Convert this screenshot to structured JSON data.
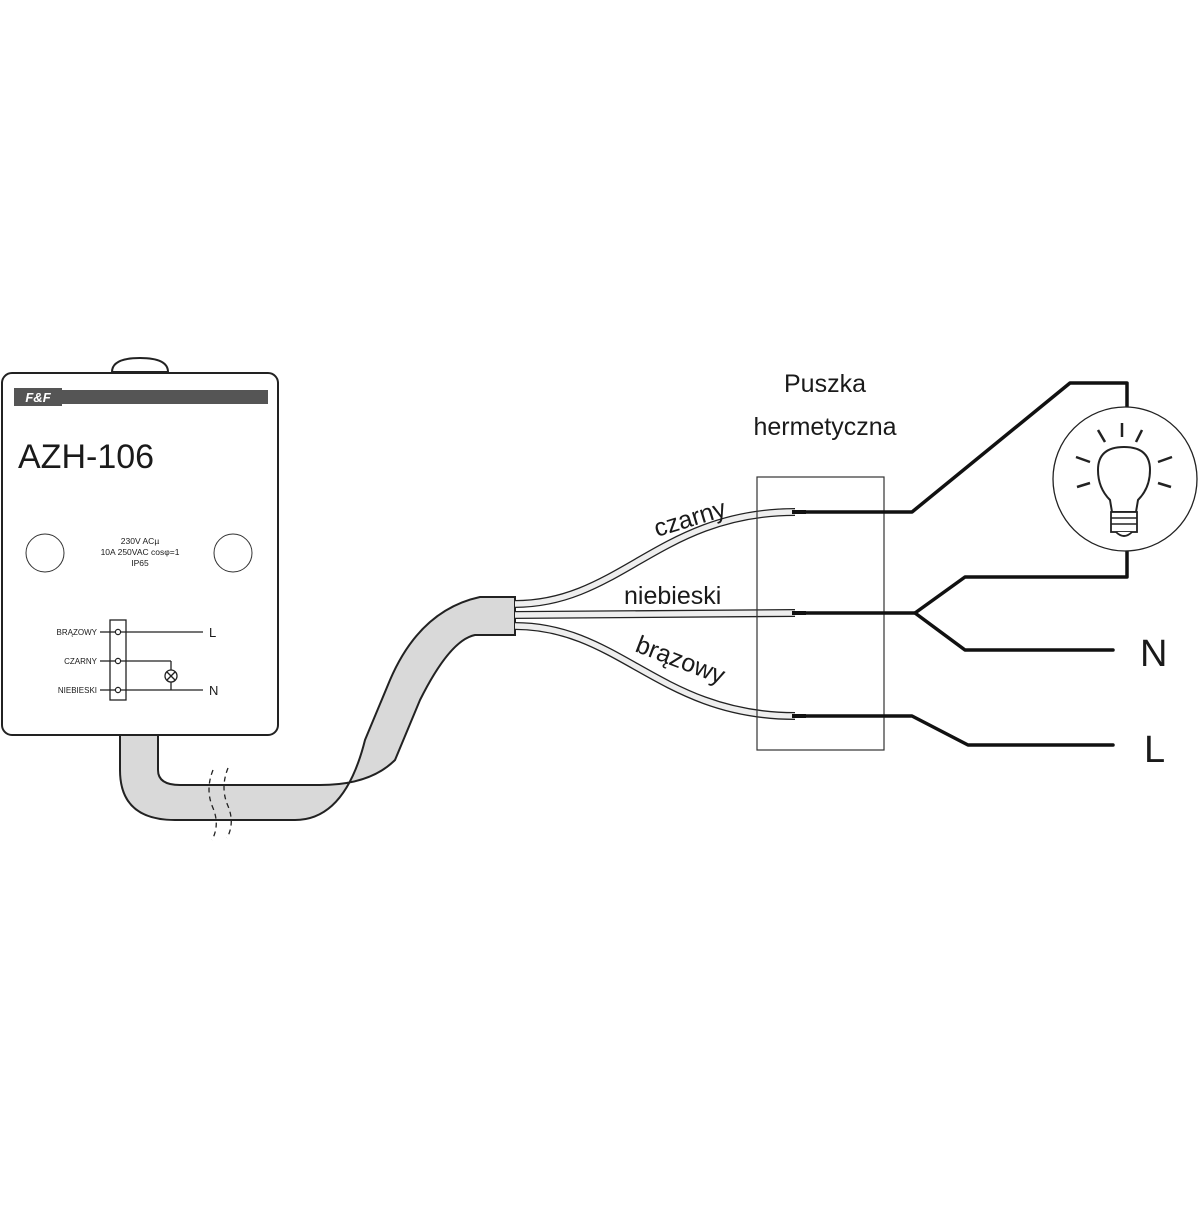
{
  "device": {
    "brand": "F&F",
    "model": "AZH-106",
    "specs": [
      "230V ACµ",
      "10A 250VAC cosφ=1",
      "IP65"
    ],
    "terminals": [
      {
        "wire": "BRĄZOWY",
        "out": "L"
      },
      {
        "wire": "CZARNY",
        "out": ""
      },
      {
        "wire": "NIEBIESKI",
        "out": "N"
      }
    ]
  },
  "cable_labels": {
    "black": "czarny",
    "blue": "niebieski",
    "brown": "brązowy"
  },
  "junction_box": {
    "line1": "Puszka",
    "line2": "hermetyczna"
  },
  "mains": {
    "neutral": "N",
    "live": "L"
  },
  "colors": {
    "header_bar": "#555555",
    "cable_fill": "#d9d9d9",
    "line": "#111111"
  }
}
